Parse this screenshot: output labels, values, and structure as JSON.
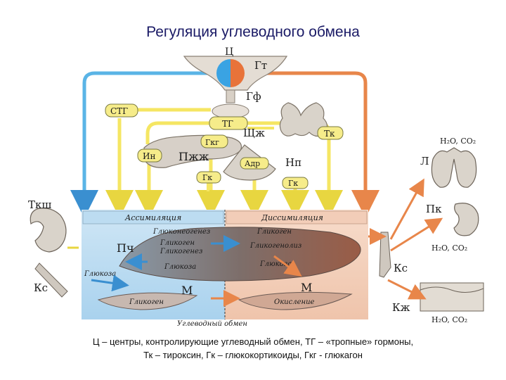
{
  "title": "Регуляция углеводного обмена",
  "caption": {
    "line1": "Ц – центры, контролирующие углеводный обмен, ТГ – «тропные» гормоны,",
    "line2": "Тк – тироксин, Гк – глюкокортикоиды, Гкг - глюкагон"
  },
  "labels": {
    "c": "Ц",
    "gt": "Гт",
    "gf": "Гф",
    "stg": "СТГ",
    "tg": "ТГ",
    "shzh": "Щж",
    "tk_thyroid": "Тк",
    "gkg": "Гкг",
    "in": "Ин",
    "pzhzh": "Пжж",
    "adr": "Адр",
    "np": "Нп",
    "gk_left": "Гк",
    "gk_right": "Гк",
    "tksh": "Ткш",
    "ks_left": "Кс",
    "pch": "Пч",
    "glukoza_left": "Глюкоза",
    "m_left": "М",
    "m_right": "М",
    "l": "Л",
    "pk": "Пк",
    "ks_right": "Кс",
    "kzh": "Кж",
    "h2o_co2_top": "H₂O, CO₂",
    "h2o_co2_mid": "H₂O, CO₂",
    "h2o_co2_bot": "H₂O, CO₂"
  },
  "panel": {
    "assimilation": "Ассимиляция",
    "dissimilation": "Диссимиляция",
    "glikonegenez": "Глюконеогенез",
    "glikogen_left": "Гликоген",
    "glikogenez": "Гликогенез",
    "glyukoza_liver": "Глюкоза",
    "glikogen_muscle": "Гликоген",
    "glikogen_right": "Гликоген",
    "glikogenoliz": "Гликогенолиз",
    "glyukoza_right": "Глюкоза",
    "okislenie": "Окисление",
    "footer": "Углеводный обмен"
  },
  "colors": {
    "blue_path": "#5ab4e6",
    "orange_path": "#e8864a",
    "yellow_path": "#f5e663",
    "title_text": "#1a1a66"
  }
}
